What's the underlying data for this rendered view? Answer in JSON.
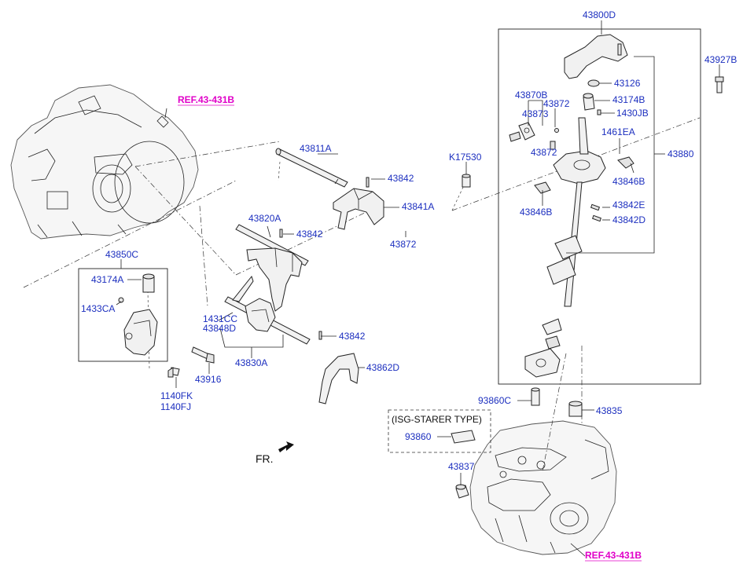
{
  "refs": {
    "ref_top": "REF.43-431B",
    "ref_bottom": "REF.43-431B"
  },
  "front_marker": "FR.",
  "isg_group": "(ISG-STARER TYPE)",
  "labels": {
    "p43800D": "43800D",
    "p43927B": "43927B",
    "p43126": "43126",
    "p43870B": "43870B",
    "p43872_a": "43872",
    "p43174B": "43174B",
    "p43873": "43873",
    "p1430JB": "1430JB",
    "p1461EA": "1461EA",
    "p43872_b": "43872",
    "p43880": "43880",
    "pK17530": "K17530",
    "p43846B_a": "43846B",
    "p43846B_b": "43846B",
    "p43842E": "43842E",
    "p43842D": "43842D",
    "p43811A": "43811A",
    "p43842_a": "43842",
    "p43841A": "43841A",
    "p43820A": "43820A",
    "p43842_b": "43842",
    "p43872_c": "43872",
    "p43850C": "43850C",
    "p43174A": "43174A",
    "p1433CA": "1433CA",
    "p1431CC": "1431CC",
    "p43848D": "43848D",
    "p43842_c": "43842",
    "p43862D": "43862D",
    "p43830A": "43830A",
    "p43916": "43916",
    "p1140FK": "1140FK",
    "p1140FJ": "1140FJ",
    "p93860C": "93860C",
    "p43835": "43835",
    "p93860": "93860",
    "p43837": "43837"
  }
}
